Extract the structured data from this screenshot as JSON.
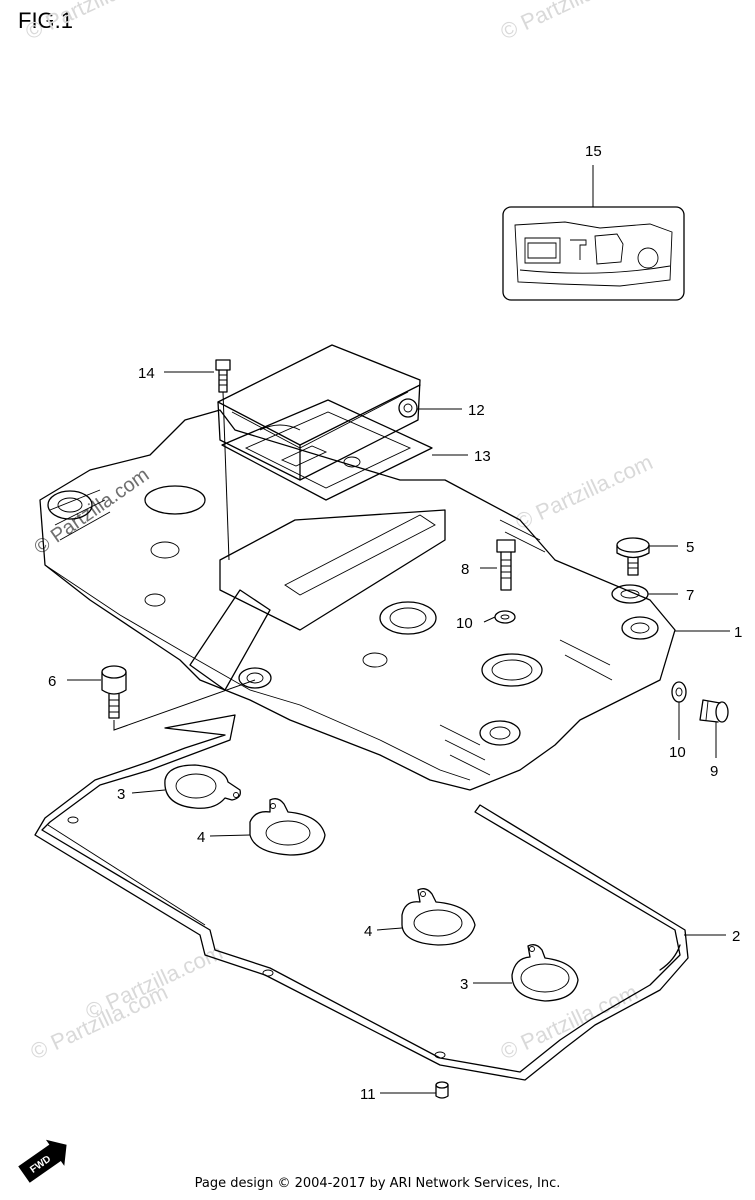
{
  "figure": {
    "title": "FIG.1"
  },
  "footer": {
    "text": "Page design © 2004-2017 by ARI Network Services, Inc."
  },
  "watermark": {
    "text": "© Partzilla.com"
  },
  "fwd_badge": {
    "text": "FWD"
  },
  "callouts": [
    {
      "id": "c15",
      "number": "15"
    },
    {
      "id": "c14",
      "number": "14"
    },
    {
      "id": "c12",
      "number": "12"
    },
    {
      "id": "c13",
      "number": "13"
    },
    {
      "id": "c5",
      "number": "5"
    },
    {
      "id": "c8",
      "number": "8"
    },
    {
      "id": "c7",
      "number": "7"
    },
    {
      "id": "c10a",
      "number": "10"
    },
    {
      "id": "c1",
      "number": "1"
    },
    {
      "id": "c6",
      "number": "6"
    },
    {
      "id": "c10b",
      "number": "10"
    },
    {
      "id": "c9",
      "number": "9"
    },
    {
      "id": "c3a",
      "number": "3"
    },
    {
      "id": "c4a",
      "number": "4"
    },
    {
      "id": "c2",
      "number": "2"
    },
    {
      "id": "c4b",
      "number": "4"
    },
    {
      "id": "c3b",
      "number": "3"
    },
    {
      "id": "c11",
      "number": "11"
    }
  ]
}
